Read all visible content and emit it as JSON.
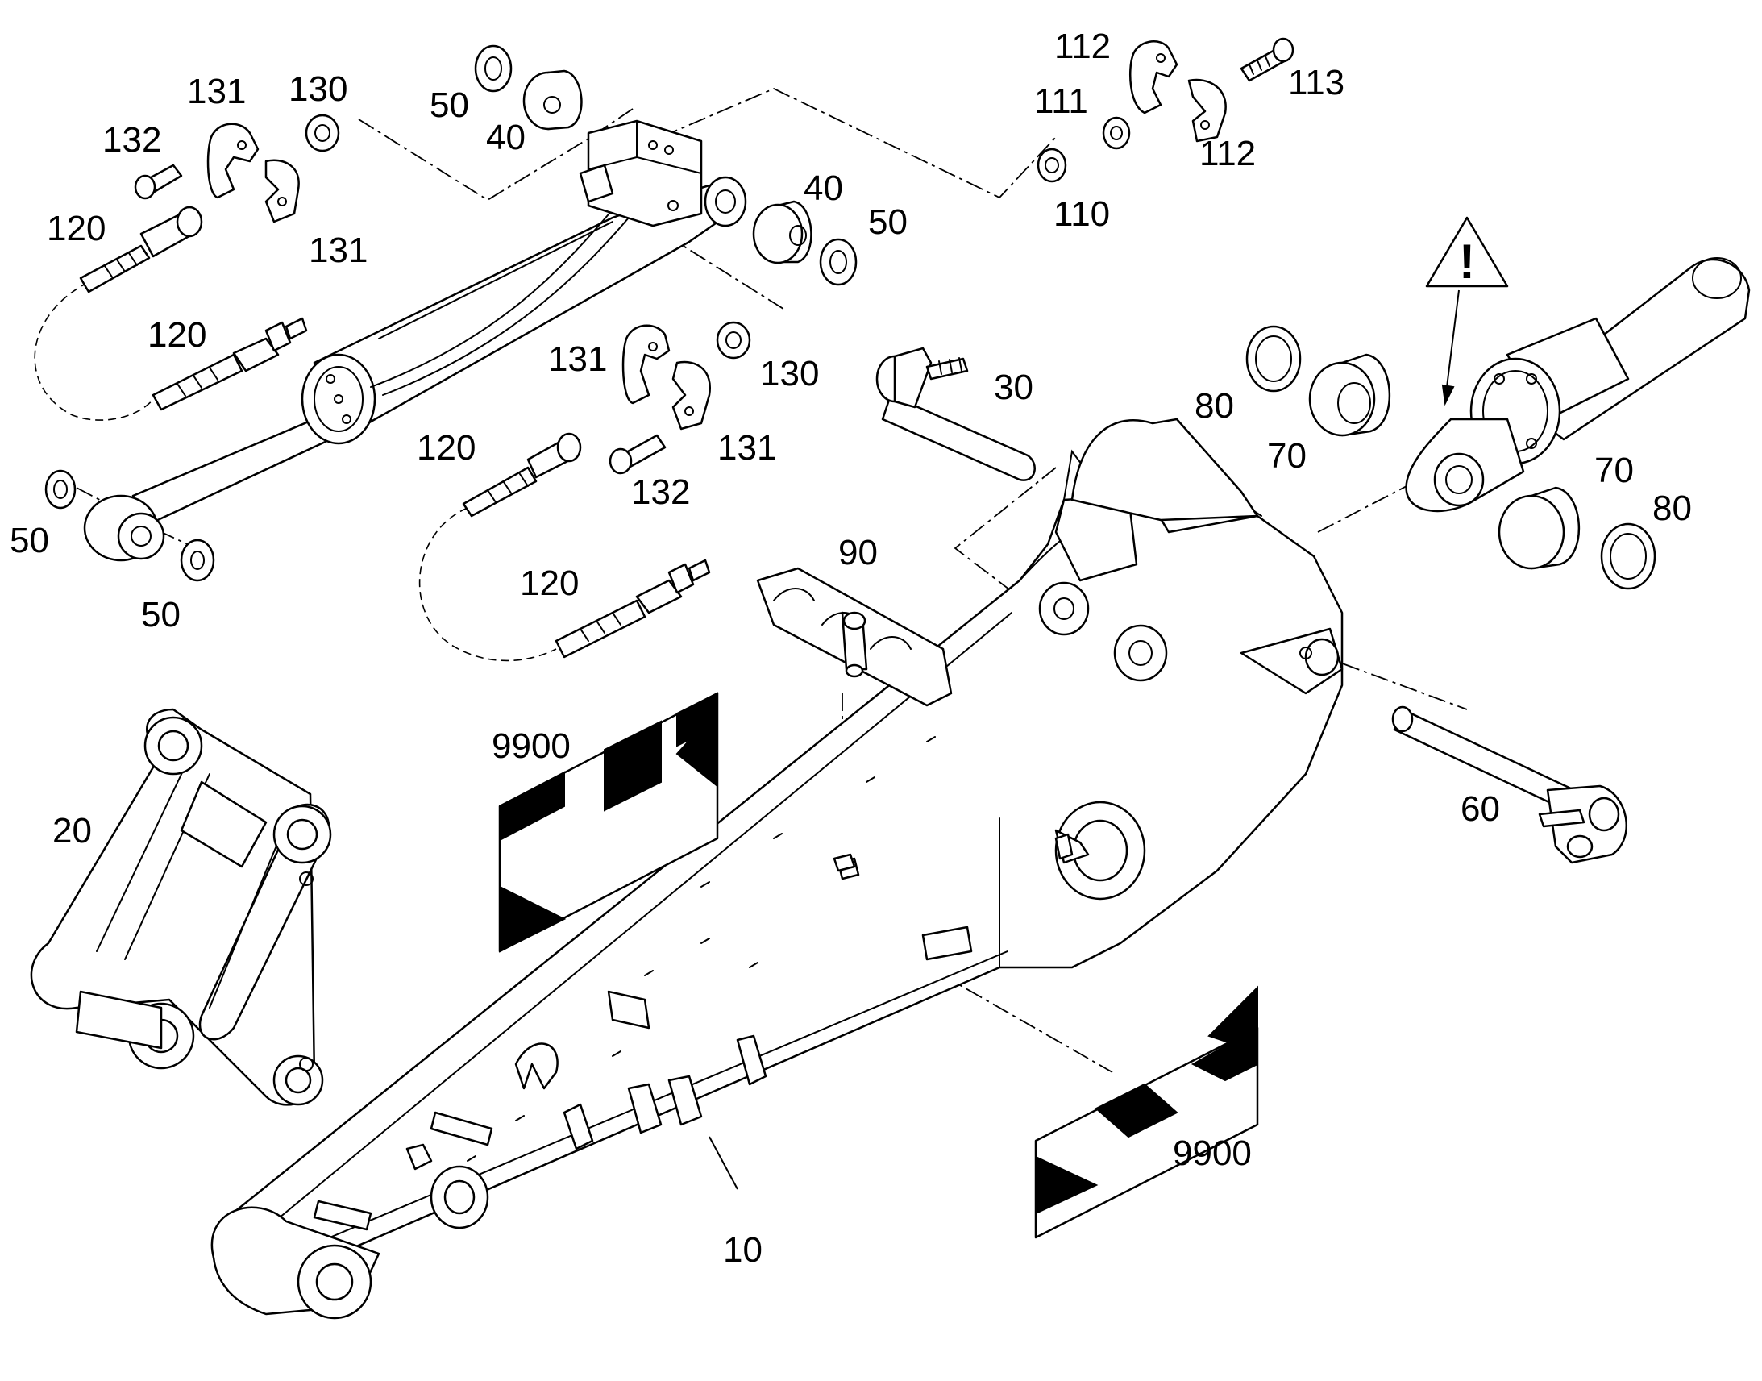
{
  "callouts": {
    "p10": "10",
    "p20": "20",
    "p30": "30",
    "p40a": "40",
    "p40b": "40",
    "p50a": "50",
    "p50b": "50",
    "p50c": "50",
    "p50d": "50",
    "p60": "60",
    "p70a": "70",
    "p70b": "70",
    "p80a": "80",
    "p80b": "80",
    "p90": "90",
    "p110": "110",
    "p111": "111",
    "p112a": "112",
    "p112b": "112",
    "p113": "113",
    "p120a": "120",
    "p120b": "120",
    "p120c": "120",
    "p120d": "120",
    "p130a": "130",
    "p130b": "130",
    "p131a": "131",
    "p131b": "131",
    "p131c": "131",
    "p131d": "131",
    "p132a": "132",
    "p132b": "132",
    "p9900a": "9900",
    "p9900b": "9900"
  },
  "warning_symbol": "!",
  "icons": {
    "warning": "warning-triangle-icon"
  }
}
